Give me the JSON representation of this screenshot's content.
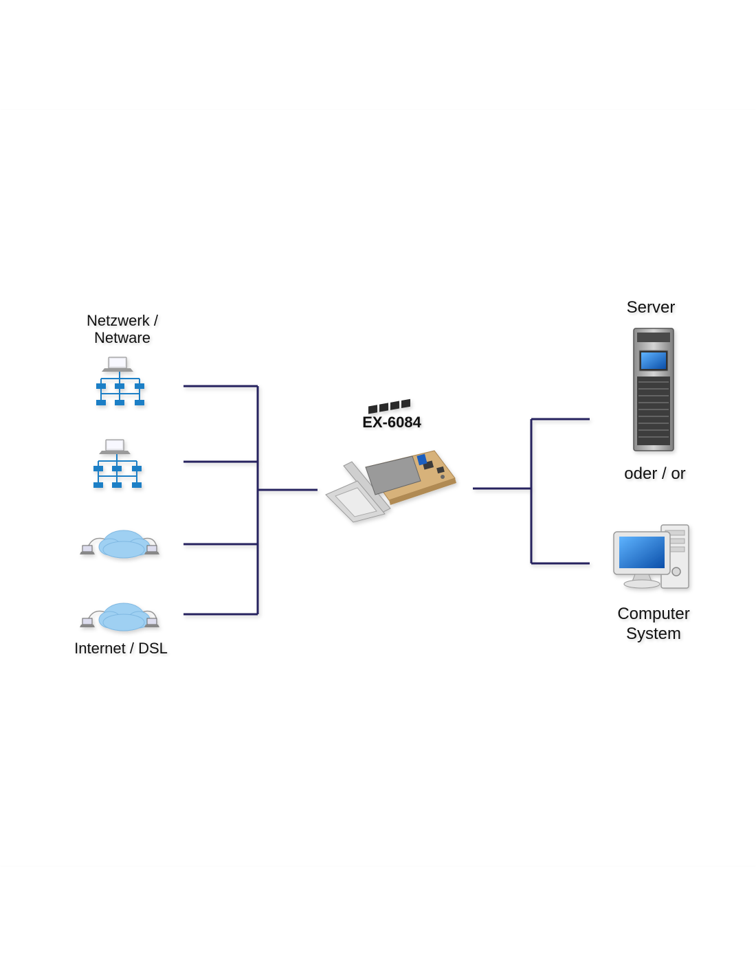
{
  "labels": {
    "network_line1": "Netzwerk /",
    "network_line2": "Netware",
    "internet": "Internet / DSL",
    "card_model": "EX-6084",
    "server": "Server",
    "or_label": "oder / or",
    "computer_line1": "Computer",
    "computer_line2": "System"
  },
  "colors": {
    "connector_line": "#27245e",
    "network_blue": "#1f7fc6",
    "cloud_blue": "#9fd0f2",
    "pcb": "#d7b27a"
  },
  "icons": {
    "network_1": "network-tree-icon",
    "network_2": "network-tree-icon",
    "internet_1": "internet-cloud-icon",
    "internet_2": "internet-cloud-icon",
    "card": "pcie-network-card-icon",
    "server": "server-rack-icon",
    "computer": "desktop-computer-icon"
  }
}
